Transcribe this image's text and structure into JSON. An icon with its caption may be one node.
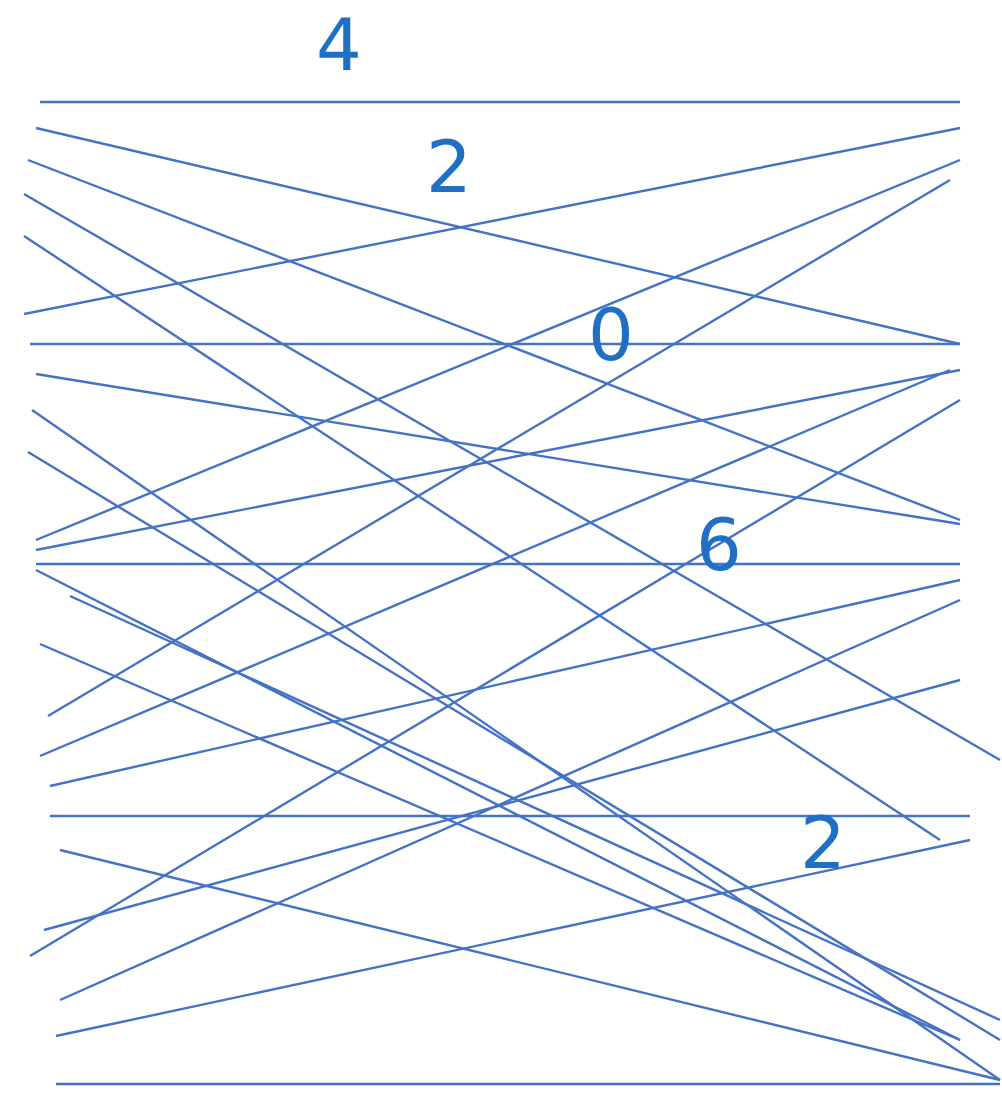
{
  "diagram": {
    "labels": [
      "4",
      "2",
      "0",
      "6",
      "2"
    ]
  }
}
